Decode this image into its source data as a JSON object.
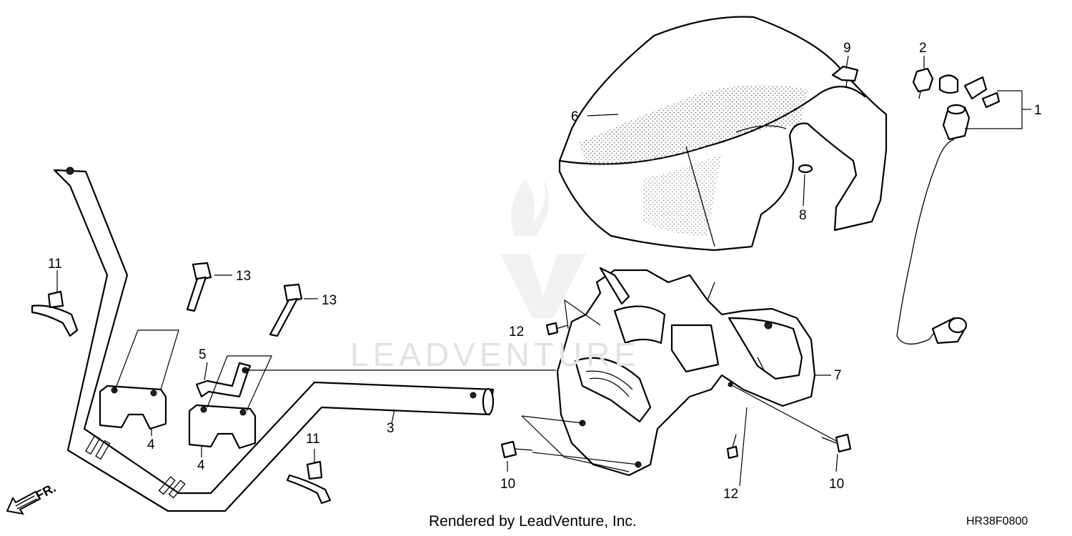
{
  "diagram": {
    "callouts": {
      "c1": "1",
      "c2": "2",
      "c3": "3",
      "c4a": "4",
      "c4b": "4",
      "c5": "5",
      "c6": "6",
      "c7": "7",
      "c8": "8",
      "c9": "9",
      "c10a": "10",
      "c10b": "10",
      "c11a": "11",
      "c11b": "11",
      "c12a": "12",
      "c12b": "12",
      "c13a": "13",
      "c13b": "13"
    },
    "direction_label": "FR.",
    "watermark": "LEADVENTURE",
    "credit": "Rendered by LeadVenture, Inc.",
    "drawing_code": "HR38F0800"
  }
}
